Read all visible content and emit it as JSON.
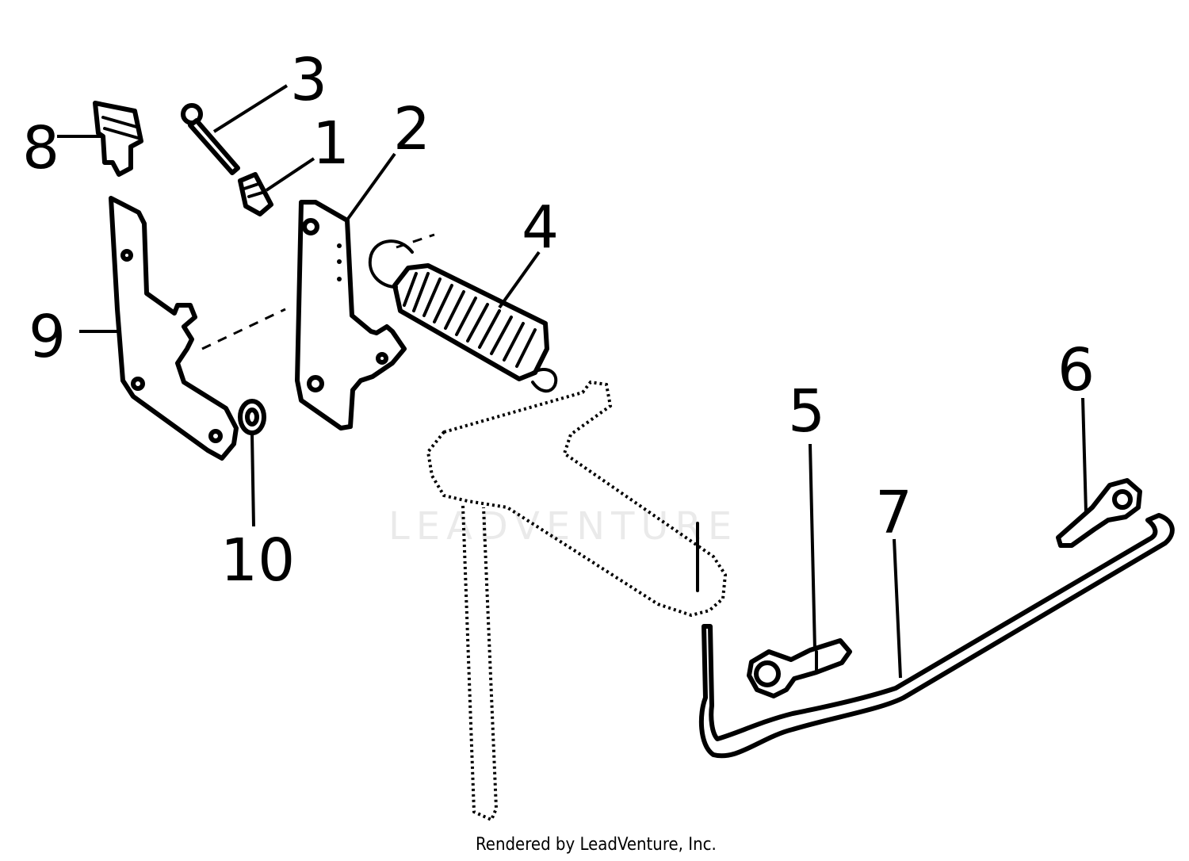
{
  "callouts": {
    "c1": "1",
    "c2": "2",
    "c3": "3",
    "c4": "4",
    "c5": "5",
    "c6": "6",
    "c7": "7",
    "c8": "8",
    "c9": "9",
    "c10": "10"
  },
  "footer": "Rendered by LeadVenture, Inc.",
  "watermark": "LEADVENTURE"
}
